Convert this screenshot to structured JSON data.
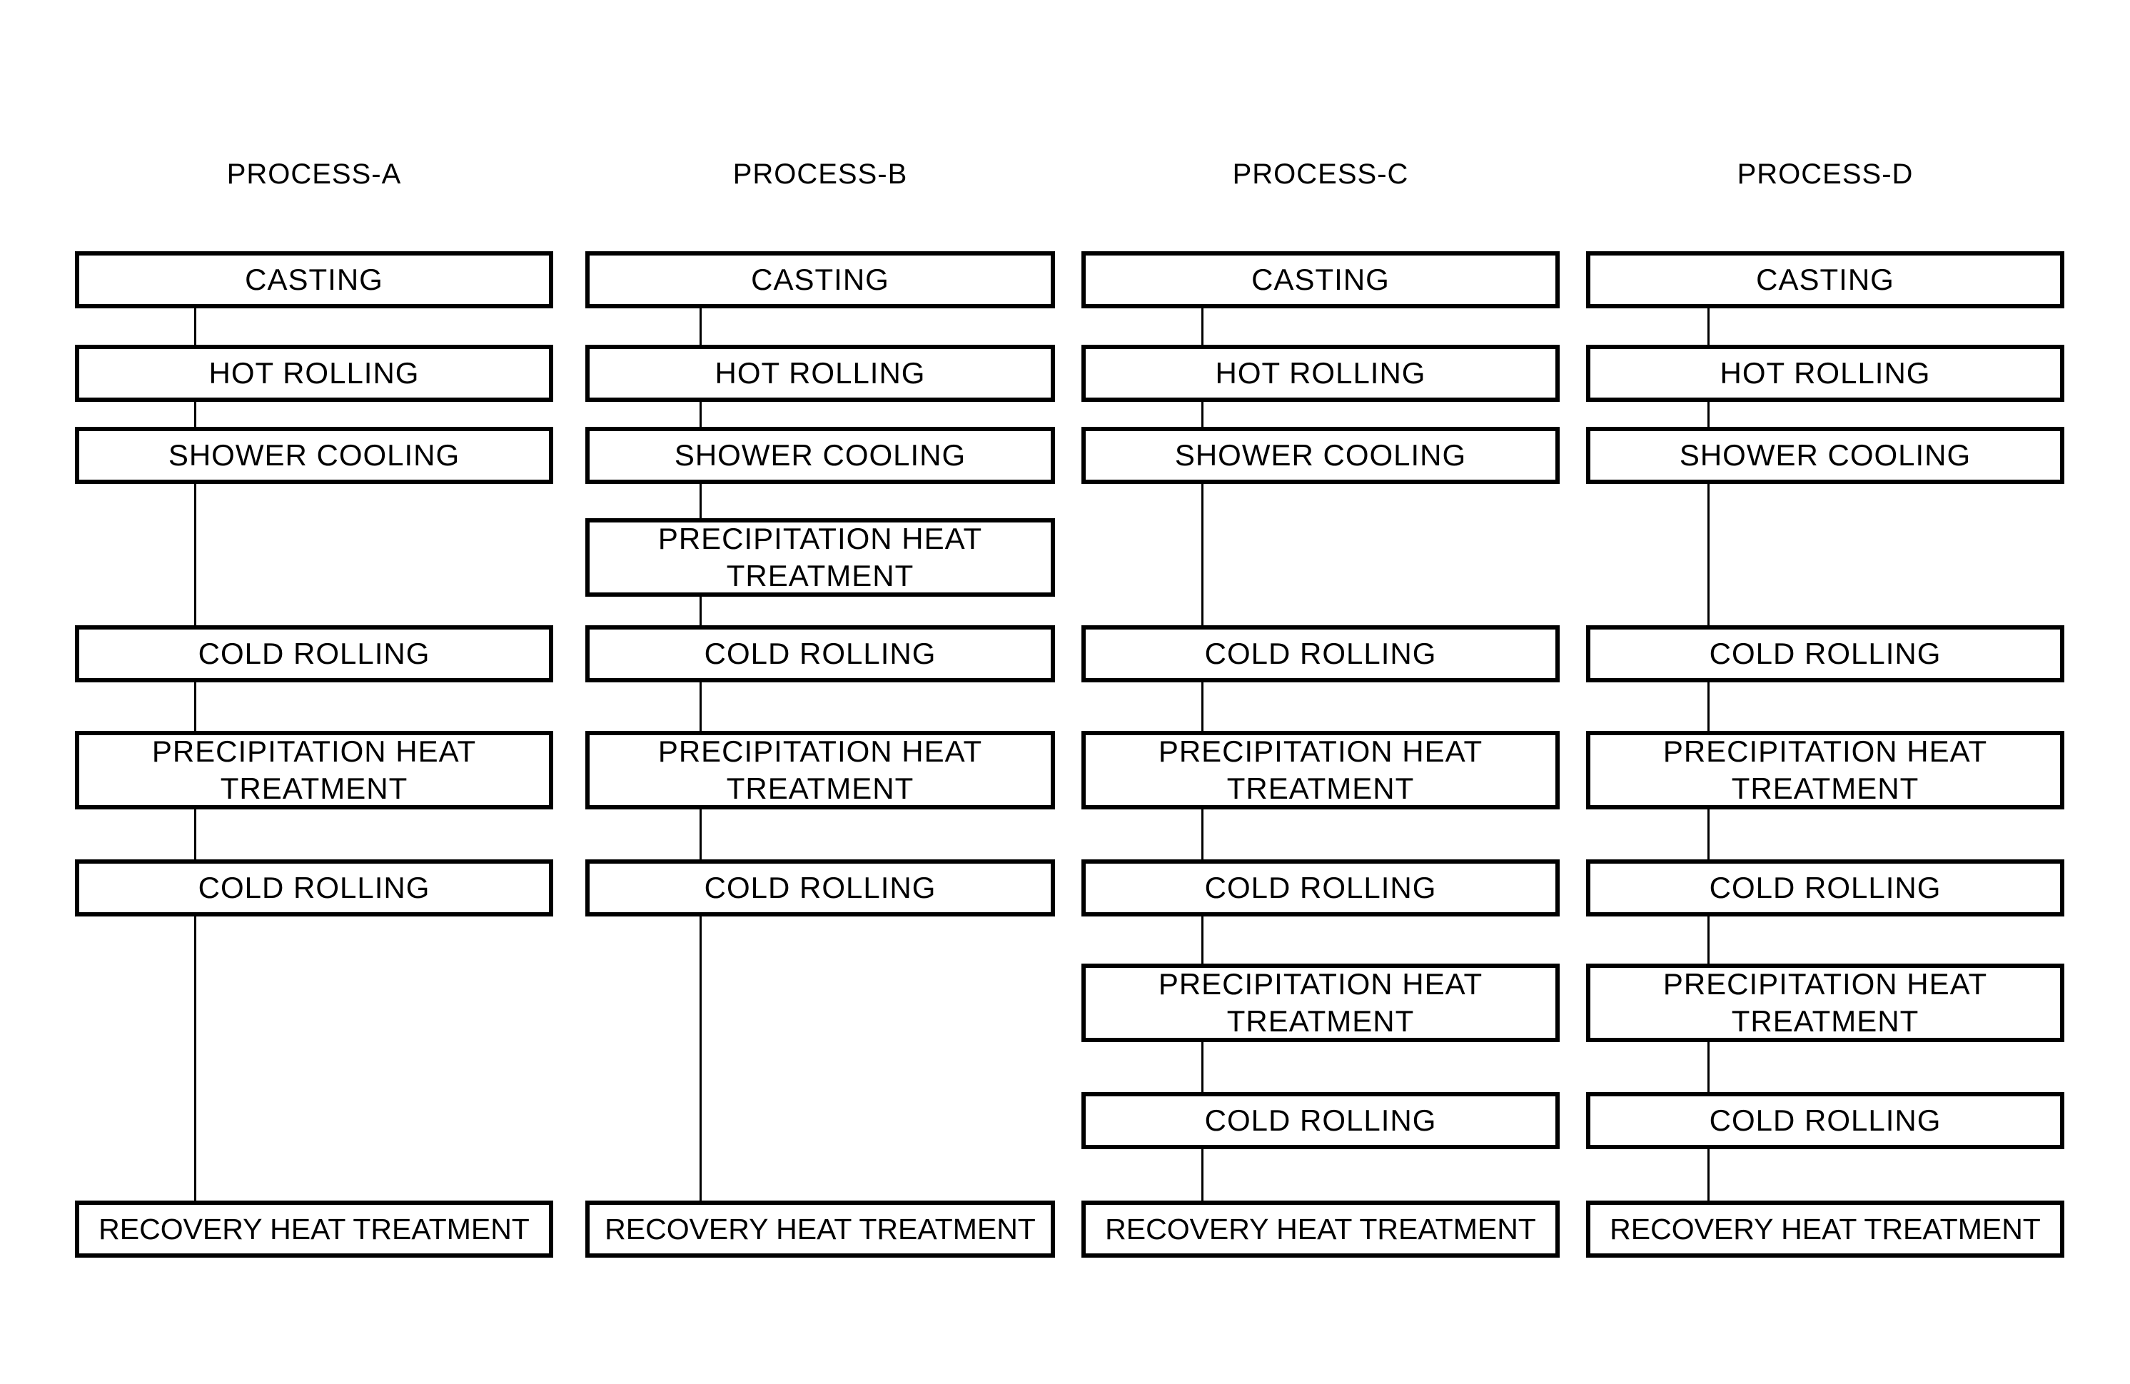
{
  "processes": [
    {
      "title": "PROCESS-A",
      "steps": [
        "CASTING",
        "HOT ROLLING",
        "SHOWER COOLING",
        "",
        "COLD ROLLING",
        "PRECIPITATION HEAT TREATMENT",
        "COLD ROLLING",
        "",
        "",
        "RECOVERY HEAT TREATMENT"
      ]
    },
    {
      "title": "PROCESS-B",
      "steps": [
        "CASTING",
        "HOT ROLLING",
        "SHOWER COOLING",
        "PRECIPITATION HEAT TREATMENT",
        "COLD ROLLING",
        "PRECIPITATION HEAT TREATMENT",
        "COLD ROLLING",
        "",
        "",
        "RECOVERY HEAT TREATMENT"
      ]
    },
    {
      "title": "PROCESS-C",
      "steps": [
        "CASTING",
        "HOT ROLLING",
        "SHOWER COOLING",
        "",
        "COLD ROLLING",
        "PRECIPITATION HEAT TREATMENT",
        "COLD ROLLING",
        "PRECIPITATION HEAT TREATMENT",
        "COLD ROLLING",
        "RECOVERY HEAT TREATMENT"
      ]
    },
    {
      "title": "PROCESS-D",
      "steps": [
        "CASTING",
        "HOT ROLLING",
        "SHOWER COOLING",
        "",
        "COLD ROLLING",
        "PRECIPITATION HEAT TREATMENT",
        "COLD ROLLING",
        "PRECIPITATION HEAT TREATMENT",
        "COLD ROLLING",
        "RECOVERY HEAT TREATMENT"
      ]
    }
  ]
}
